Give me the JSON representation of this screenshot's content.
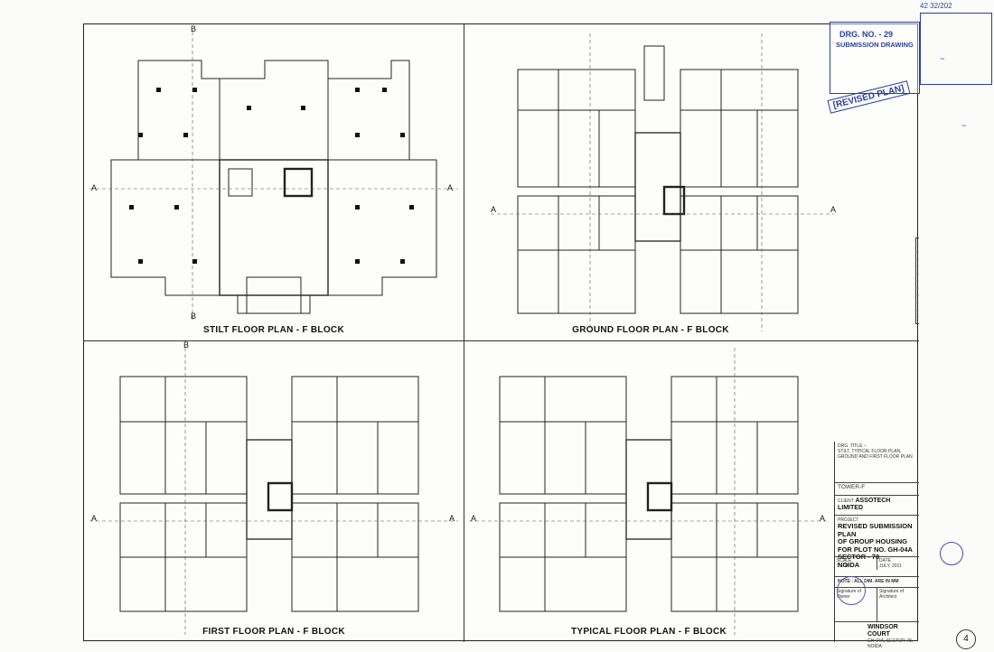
{
  "plans": {
    "stilt": "STILT FLOOR PLAN  - F BLOCK",
    "ground": "GROUND FLOOR PLAN  - F BLOCK",
    "first": "FIRST FLOOR PLAN - F BLOCK",
    "typical": "TYPICAL FLOOR PLAN - F BLOCK"
  },
  "section_marks": {
    "a": "A",
    "b": "B"
  },
  "stamps": {
    "drg_no": "DRG. NO. - 29",
    "submission": "SUBMISSION DRAWING",
    "revised": "[REVISED PLAN]",
    "corner_number": "42 32/202"
  },
  "title_block": {
    "drg_title_label": "DRG. TITLE :-",
    "drg_title": "STILT, TYPICAL FLOOR PLAN, GROUND AND FIRST FLOOR PLAN",
    "tower": "TOWER-F",
    "client_label": "CLIENT",
    "client": "ASSOTECH LIMITED",
    "project_label": "PROJECT",
    "project_line1": "REVISED SUBMISSION PLAN",
    "project_line2": "OF GROUP HOUSING",
    "project_line3": "FOR PLOT NO. GH-04A",
    "project_line4": "SECTOR - 78",
    "project_line5": "NOIDA",
    "scale_label": "SCALE",
    "scale": "1:100",
    "date_label": "DATE",
    "date": "JULY, 2011",
    "note": "NOTE : ALL DIM. ARE IN MM",
    "owner_sig_label": "Signature of Owner",
    "architect_sig_label": "Signature of Architect",
    "project_name": "WINDSOR COURT",
    "project_address": "GH-04A, SECTOR-78, NOIDA"
  },
  "page_number": "4"
}
